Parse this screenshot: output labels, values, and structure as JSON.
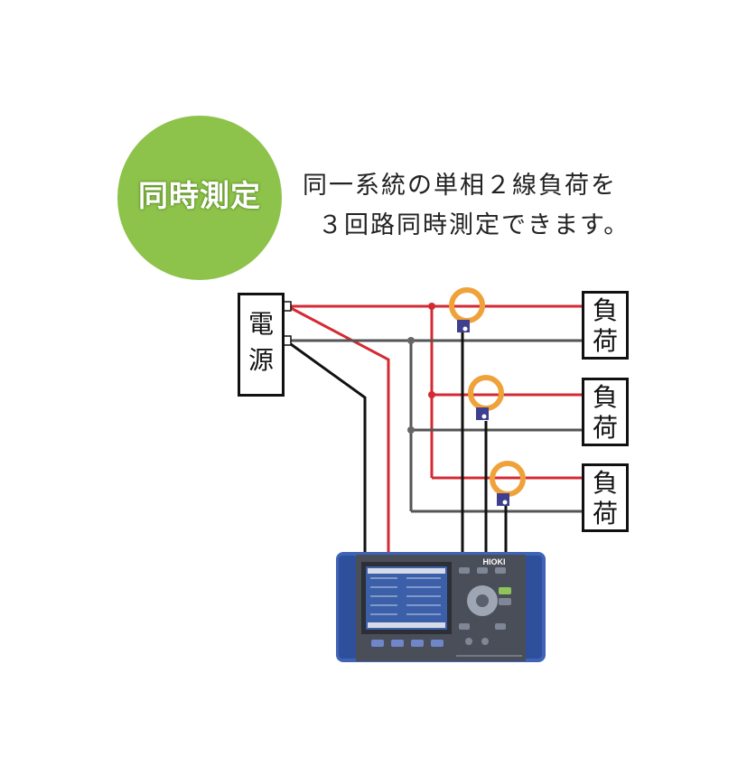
{
  "badge": {
    "label": "同時測定",
    "color": "#8dc34a"
  },
  "description": {
    "line1": "同一系統の単相２線負荷を",
    "line2": "３回路同時測定できます。"
  },
  "source": {
    "char1": "電",
    "char2": "源"
  },
  "loads": [
    {
      "char1": "負",
      "char2": "荷"
    },
    {
      "char1": "負",
      "char2": "荷"
    },
    {
      "char1": "負",
      "char2": "荷"
    }
  ],
  "device": {
    "brand": "HIOKI"
  },
  "colors": {
    "live_wire": "#d42a33",
    "neutral_wire": "#555555",
    "clamp": "#f0a23a",
    "device_blue": "#3f63b5",
    "device_body": "#4a4e58"
  },
  "icons": [
    "clamp-sensor-icon",
    "power-meter-icon"
  ]
}
